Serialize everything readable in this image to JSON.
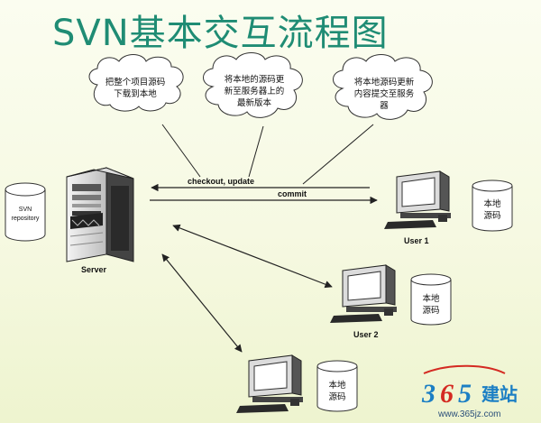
{
  "title": "SVN基本交互流程图",
  "clouds": [
    {
      "lines": [
        "把整个项目源码",
        "下载到本地"
      ]
    },
    {
      "lines": [
        "将本地的源码更",
        "新至服务器上的",
        "最新版本"
      ]
    },
    {
      "lines": [
        "将本地源码更新",
        "内容提交至服务",
        "器"
      ]
    }
  ],
  "repository": {
    "lines": [
      "SVN",
      "repository"
    ]
  },
  "server_label": "Server",
  "arrows": {
    "checkout": "checkout, update",
    "commit": "commit"
  },
  "users": [
    {
      "label": "User 1",
      "db_lines": [
        "本地",
        "源码"
      ]
    },
    {
      "label": "User 2",
      "db_lines": [
        "本地",
        "源码"
      ]
    },
    {
      "label": "",
      "db_lines": [
        "本地",
        "源码"
      ]
    }
  ],
  "watermark": {
    "num1": "3",
    "num2": "6",
    "num3": "5",
    "cn": "建站",
    "url": "www.365jz.com"
  },
  "colors": {
    "title": "#1f8c74",
    "logo_red": "#d42a22",
    "logo_blue": "#1c7fc4"
  }
}
